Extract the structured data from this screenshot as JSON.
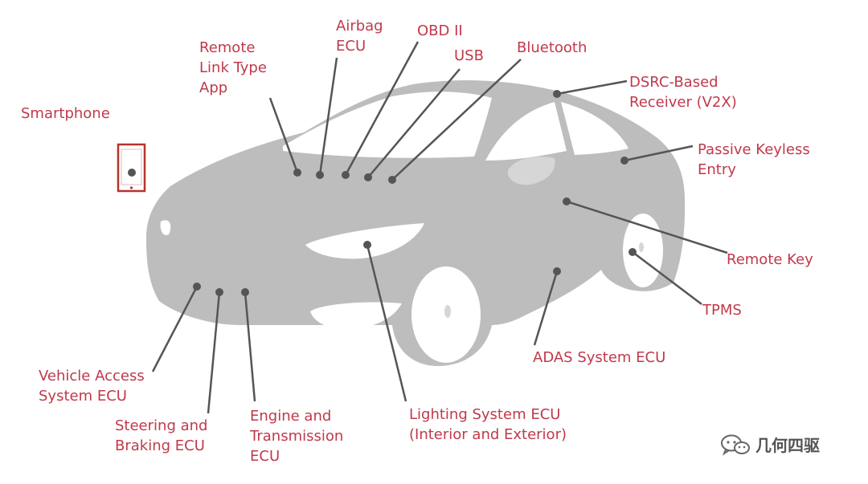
{
  "colors": {
    "label": "#c0394b",
    "car_body": "#bdbdbd",
    "car_window": "#ffffff",
    "dot": "#555555",
    "leader": "#555555",
    "phone": "#b3342f"
  },
  "labels": {
    "smartphone": "Smartphone",
    "remote_link_app": "Remote\nLink Type\nApp",
    "airbag_ecu": "Airbag\nECU",
    "obd_ii": "OBD II",
    "usb": "USB",
    "bluetooth": "Bluetooth",
    "dsrc_receiver": "DSRC-Based\nReceiver (V2X)",
    "passive_keyless_entry": "Passive Keyless\nEntry",
    "remote_key": "Remote Key",
    "tpms": "TPMS",
    "adas_system_ecu": "ADAS System ECU",
    "lighting_system_ecu": "Lighting System ECU\n(Interior and Exterior)",
    "engine_transmission_ecu": "Engine and\nTransmission\nECU",
    "steering_braking_ecu": "Steering and\nBraking ECU",
    "vehicle_access_system_ecu": "Vehicle Access\nSystem ECU"
  },
  "watermark": {
    "text": "几何四驱",
    "icon": "wechat-icon"
  }
}
